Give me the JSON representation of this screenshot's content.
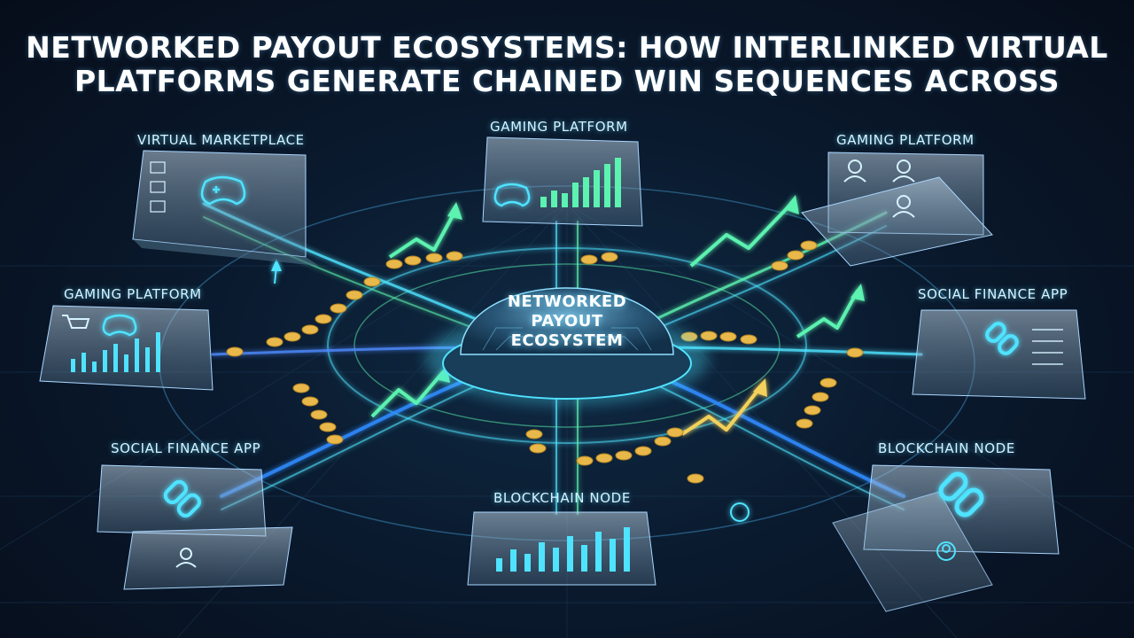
{
  "title": {
    "line1": "NETWORKED PAYOUT ECOSYSTEMS: HOW INTERLINKED VIRTUAL",
    "line2": "PLATFORMS GENERATE CHAINED WIN SEQUENCES ACROSS"
  },
  "hub": {
    "line1": "NETWORKED",
    "line2": "PAYOUT",
    "line3": "ECOSYSTEM"
  },
  "nodes": [
    {
      "id": "virtual-marketplace",
      "label": "VIRTUAL MARKETPLACE",
      "icon": "gamepad-icon"
    },
    {
      "id": "gaming-platform-top",
      "label": "GAMING PLATFORM",
      "icon": "gamepad-icon"
    },
    {
      "id": "gaming-platform-right",
      "label": "GAMING PLATFORM",
      "icon": "user-icon"
    },
    {
      "id": "gaming-platform-left",
      "label": "GAMING PLATFORM",
      "icon": "gamepad-icon"
    },
    {
      "id": "social-finance-app-right",
      "label": "SOCIAL FINANCE APP",
      "icon": "chain-link-icon"
    },
    {
      "id": "social-finance-app-left",
      "label": "SOCIAL FINANCE APP",
      "icon": "chain-link-icon"
    },
    {
      "id": "blockchain-node-bottom",
      "label": "BLOCKCHAIN NODE",
      "icon": "bar-chart-icon"
    },
    {
      "id": "blockchain-node-right",
      "label": "BLOCKCHAIN NODE",
      "icon": "chain-link-icon"
    }
  ],
  "colors": {
    "background": "#0a1a2e",
    "glow_cyan": "#4fe3ff",
    "glow_green": "#5cf2b0",
    "coin_gold": "#e8b84a",
    "panel": "#9fb8cc",
    "arrow_yellow": "#f3d15a"
  }
}
